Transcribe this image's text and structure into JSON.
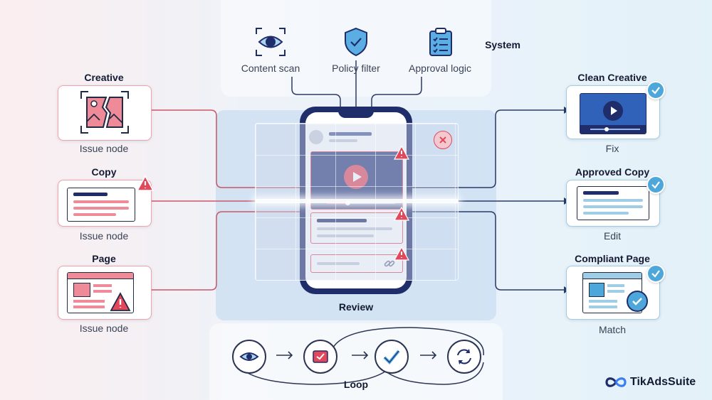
{
  "system": {
    "title": "System",
    "tools": [
      {
        "label": "Content scan",
        "icon": "eye-icon"
      },
      {
        "label": "Policy filter",
        "icon": "shield-check-icon"
      },
      {
        "label": "Approval logic",
        "icon": "clipboard-check-icon"
      }
    ]
  },
  "left": [
    {
      "title": "Creative",
      "caption": "Issue node",
      "icon": "broken-image-icon"
    },
    {
      "title": "Copy",
      "caption": "Issue node",
      "icon": "warning-icon"
    },
    {
      "title": "Page",
      "caption": "Issue node",
      "icon": "warning-icon"
    }
  ],
  "right": [
    {
      "title": "Clean Creative",
      "caption": "Fix",
      "icon": "check-icon"
    },
    {
      "title": "Approved Copy",
      "caption": "Edit",
      "icon": "check-icon"
    },
    {
      "title": "Compliant Page",
      "caption": "Match",
      "icon": "check-icon"
    }
  ],
  "center": {
    "label": "Review"
  },
  "loop": {
    "label": "Loop",
    "steps": [
      "eye-icon",
      "flag-icon",
      "check-icon",
      "refresh-icon"
    ]
  },
  "brand": {
    "name": "TikAdsSuite"
  },
  "colors": {
    "issue": "#e2485a",
    "ok": "#4ea7db",
    "navy": "#1f2d6b"
  }
}
